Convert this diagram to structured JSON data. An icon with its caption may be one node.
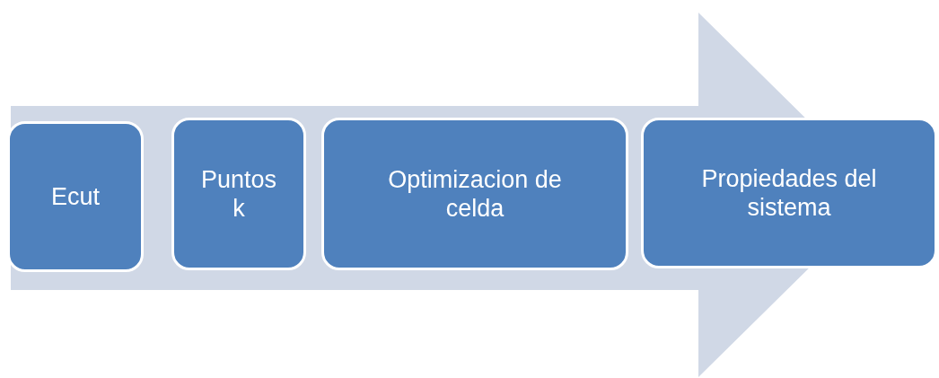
{
  "diagram": {
    "nodes": [
      {
        "text": [
          "Ecut"
        ]
      },
      {
        "text": [
          "Puntos k"
        ]
      },
      {
        "text": [
          "Optimizacion de celda"
        ]
      },
      {
        "text": [
          "Propiedades del sistema"
        ]
      }
    ],
    "edges": [
      {
        "from": 0,
        "to": 3,
        "arrow": "to"
      }
    ]
  }
}
